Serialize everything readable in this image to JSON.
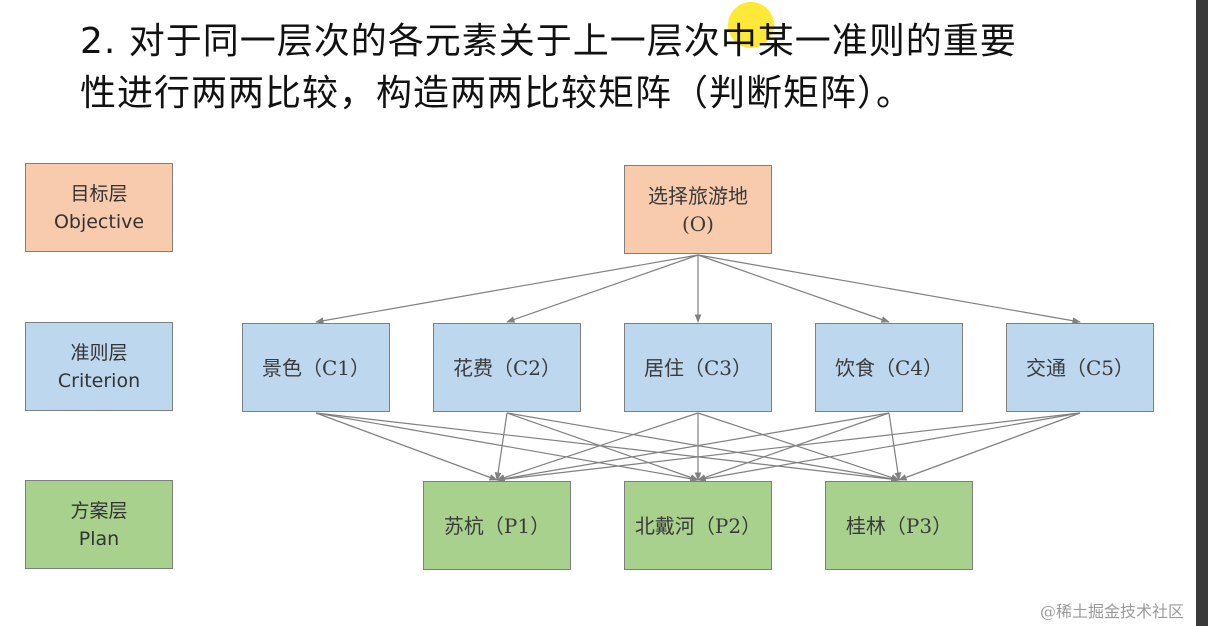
{
  "heading": {
    "line1": "2. 对于同一层次的各元素关于上一层次中某一准则的重要",
    "line2": "性进行两两比较，构造两两比较矩阵（判断矩阵）。"
  },
  "levels": {
    "objective": {
      "cn": "目标层",
      "en": "Objective"
    },
    "criterion": {
      "cn": "准则层",
      "en": "Criterion"
    },
    "plan": {
      "cn": "方案层",
      "en": "Plan"
    }
  },
  "goal": {
    "name": "选择旅游地",
    "code": "(O)"
  },
  "criteria": [
    "景色（C1）",
    "花费（C2）",
    "居住（C3）",
    "饮食（C4）",
    "交通（C5）"
  ],
  "plans": [
    "苏杭（P1）",
    "北戴河（P2）",
    "桂林（P3）"
  ],
  "watermark": "@稀土掘金技术社区",
  "colors": {
    "objective": "#f8cbad",
    "criterion": "#bdd7ee",
    "plan": "#a9d18e",
    "border": "#7f7f7f",
    "connector": "#808080",
    "cursor_highlight": "#ffe200"
  }
}
